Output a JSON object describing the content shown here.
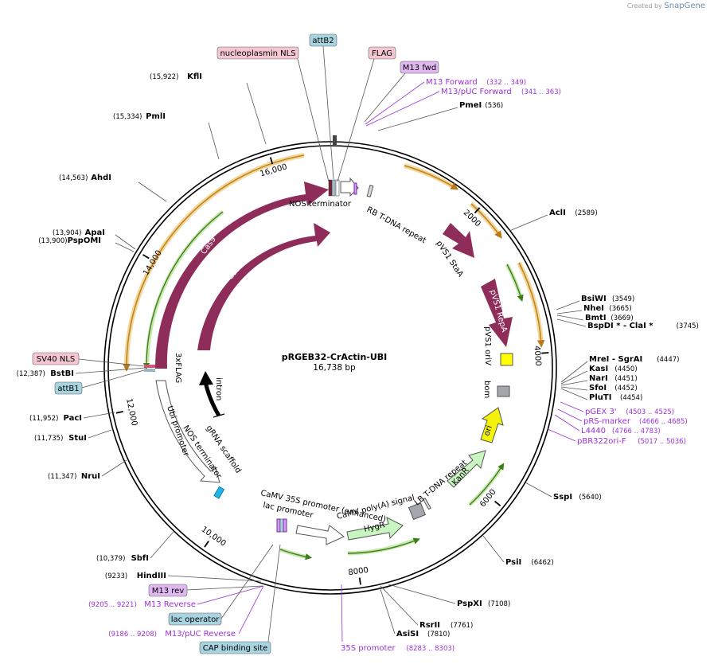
{
  "branding": {
    "created_by": "Created by",
    "app": "SnapGene"
  },
  "plasmid": {
    "name": "pRGEB32-CrActin-UBI",
    "length": "16,738 bp",
    "total_bp": 16738
  },
  "ticks": [
    "2000",
    "4000",
    "6000",
    "8000",
    "10,000",
    "12,000",
    "14,000",
    "16,000"
  ],
  "feature_labels": [
    {
      "text": "NOS terminator"
    },
    {
      "text": "RB T-DNA repeat"
    },
    {
      "text": "pVS1 StaA"
    },
    {
      "text": "pVS1 RepA"
    },
    {
      "text": "pVS1 oriV"
    },
    {
      "text": "bom"
    },
    {
      "text": "ori"
    },
    {
      "text": "KanR"
    },
    {
      "text": "LB T-DNA repeat"
    },
    {
      "text": "HygR"
    },
    {
      "text": "CaMV poly(A) signal"
    },
    {
      "text": "CaMV 35S promoter (enhanced)"
    },
    {
      "text": "lac promoter"
    },
    {
      "text": "NOS terminator"
    },
    {
      "text": "gRNA scaffold"
    },
    {
      "text": "Ubi promoter"
    },
    {
      "text": "3xFLAG"
    },
    {
      "text": "intron"
    },
    {
      "text": "Cas9"
    },
    {
      "text": "Cas9"
    }
  ],
  "enzymes": [
    {
      "name": "KflI",
      "pos": "(15,922)"
    },
    {
      "name": "PmlI",
      "pos": "(15,334)"
    },
    {
      "name": "AhdI",
      "pos": "(14,563)"
    },
    {
      "name": "ApaI",
      "pos": "(13,904)"
    },
    {
      "name": "PspOMI",
      "pos": "(13,900)"
    },
    {
      "name": "BstBI",
      "pos": "(12,387)"
    },
    {
      "name": "PacI",
      "pos": "(11,952)"
    },
    {
      "name": "StuI",
      "pos": "(11,735)"
    },
    {
      "name": "NruI",
      "pos": "(11,347)"
    },
    {
      "name": "SbfI",
      "pos": "(10,379)"
    },
    {
      "name": "HindIII",
      "pos": "(9233)"
    },
    {
      "name": "PmeI",
      "pos": "(536)"
    },
    {
      "name": "AclI",
      "pos": "(2589)"
    },
    {
      "name": "BsiWI",
      "pos": "(3549)"
    },
    {
      "name": "NheI",
      "pos": "(3665)"
    },
    {
      "name": "BmtI",
      "pos": "(3669)"
    },
    {
      "name": "BspDI * - ClaI *",
      "pos": "(3745)"
    },
    {
      "name": "MreI - SgrAI",
      "pos": "(4447)"
    },
    {
      "name": "KasI",
      "pos": "(4450)"
    },
    {
      "name": "NarI",
      "pos": "(4451)"
    },
    {
      "name": "SfoI",
      "pos": "(4452)"
    },
    {
      "name": "PluTI",
      "pos": "(4454)"
    },
    {
      "name": "SspI",
      "pos": "(5640)"
    },
    {
      "name": "PsiI",
      "pos": "(6462)"
    },
    {
      "name": "PspXI",
      "pos": "(7108)"
    },
    {
      "name": "RsrII",
      "pos": "(7761)"
    },
    {
      "name": "AsiSI",
      "pos": "(7810)"
    }
  ],
  "primers": [
    {
      "name": "M13 Forward",
      "range": "(332 .. 349)"
    },
    {
      "name": "M13/pUC Forward",
      "range": "(341 .. 363)"
    },
    {
      "name": "pGEX 3'",
      "range": "(4503 .. 4525)"
    },
    {
      "name": "pRS-marker",
      "range": "(4666 .. 4685)"
    },
    {
      "name": "L4440",
      "range": "(4766 .. 4783)"
    },
    {
      "name": "pBR322ori-F",
      "range": "(5017 .. 5036)"
    },
    {
      "name": "M13 Reverse",
      "range": "(9205 .. 9221)"
    },
    {
      "name": "M13/pUC Reverse",
      "range": "(9186 .. 9208)"
    },
    {
      "name": "35S promoter",
      "range": "(8283 .. 8303)"
    }
  ],
  "boxed_labels": [
    {
      "text": "nucleoplasmin NLS",
      "color": "#f4c6d0"
    },
    {
      "text": "attB2",
      "color": "#a8d4e0"
    },
    {
      "text": "FLAG",
      "color": "#f4c6d0"
    },
    {
      "text": "M13 fwd",
      "color": "#e0b8f0"
    },
    {
      "text": "SV40 NLS",
      "color": "#f4c6d0"
    },
    {
      "text": "attB1",
      "color": "#a8d4e0"
    },
    {
      "text": "M13 rev",
      "color": "#e0b8f0"
    },
    {
      "text": "lac operator",
      "color": "#a8d4e0"
    },
    {
      "text": "CAP binding site",
      "color": "#a8d4e0"
    }
  ],
  "colors": {
    "cas9": "#8e2c5a",
    "primer": "#9b30d9",
    "orf_outline": "#e8a23c",
    "orf_arrow": "#c0851f",
    "green": "#5a9e2f",
    "marker_fill": "#c9f5c0",
    "ori_fill": "#f2f20a"
  }
}
